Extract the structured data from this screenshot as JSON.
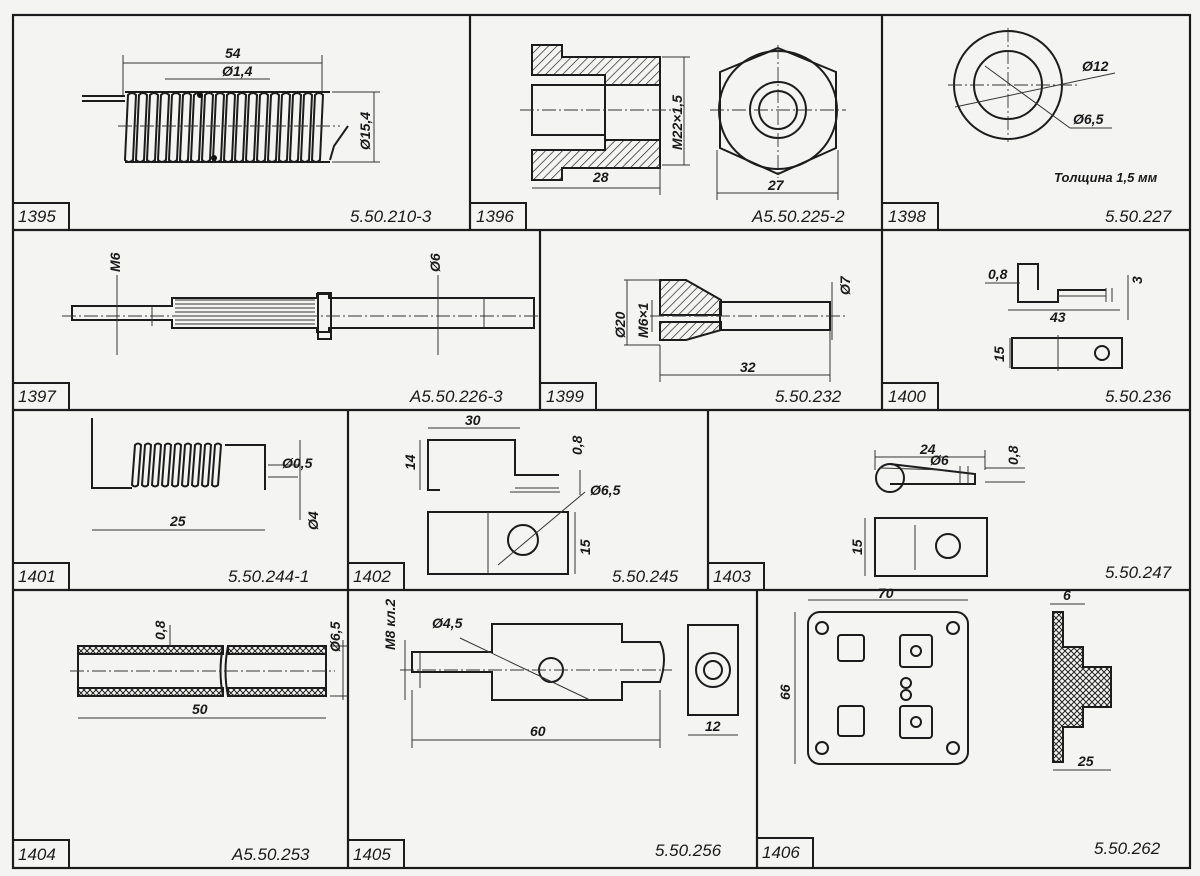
{
  "sheet": {
    "parts": [
      {
        "number": "1395",
        "code": "5.50.210-3",
        "dims": [
          "54",
          "Ø1,4",
          "Ø15,4"
        ]
      },
      {
        "number": "1396",
        "code": "А5.50.225-2",
        "dims": [
          "28",
          "М22×1,5",
          "27"
        ]
      },
      {
        "number": "1398",
        "code": "5.50.227",
        "dims": [
          "Ø12",
          "Ø6,5"
        ],
        "note": "Толщина 1,5 мм"
      },
      {
        "number": "1397",
        "code": "А5.50.226-3",
        "dims": [
          "М6",
          "Ø6"
        ]
      },
      {
        "number": "1399",
        "code": "5.50.232",
        "dims": [
          "Ø20",
          "М6×1",
          "Ø7",
          "32"
        ]
      },
      {
        "number": "1400",
        "code": "5.50.236",
        "dims": [
          "0,8",
          "3",
          "43",
          "15"
        ]
      },
      {
        "number": "1401",
        "code": "5.50.244-1",
        "dims": [
          "Ø0,5",
          "25",
          "Ø4"
        ]
      },
      {
        "number": "1402",
        "code": "5.50.245",
        "dims": [
          "30",
          "0,8",
          "14",
          "Ø6,5",
          "15"
        ]
      },
      {
        "number": "1403",
        "code": "5.50.247",
        "dims": [
          "24",
          "Ø6",
          "0,8",
          "15"
        ]
      },
      {
        "number": "1404",
        "code": "А5.50.253",
        "dims": [
          "0,8",
          "Ø6,5",
          "50"
        ]
      },
      {
        "number": "1405",
        "code": "5.50.256",
        "dims": [
          "М8 кл.2",
          "Ø4,5",
          "60",
          "12"
        ]
      },
      {
        "number": "1406",
        "code": "5.50.262",
        "dims": [
          "70",
          "6",
          "66",
          "25"
        ]
      }
    ]
  }
}
